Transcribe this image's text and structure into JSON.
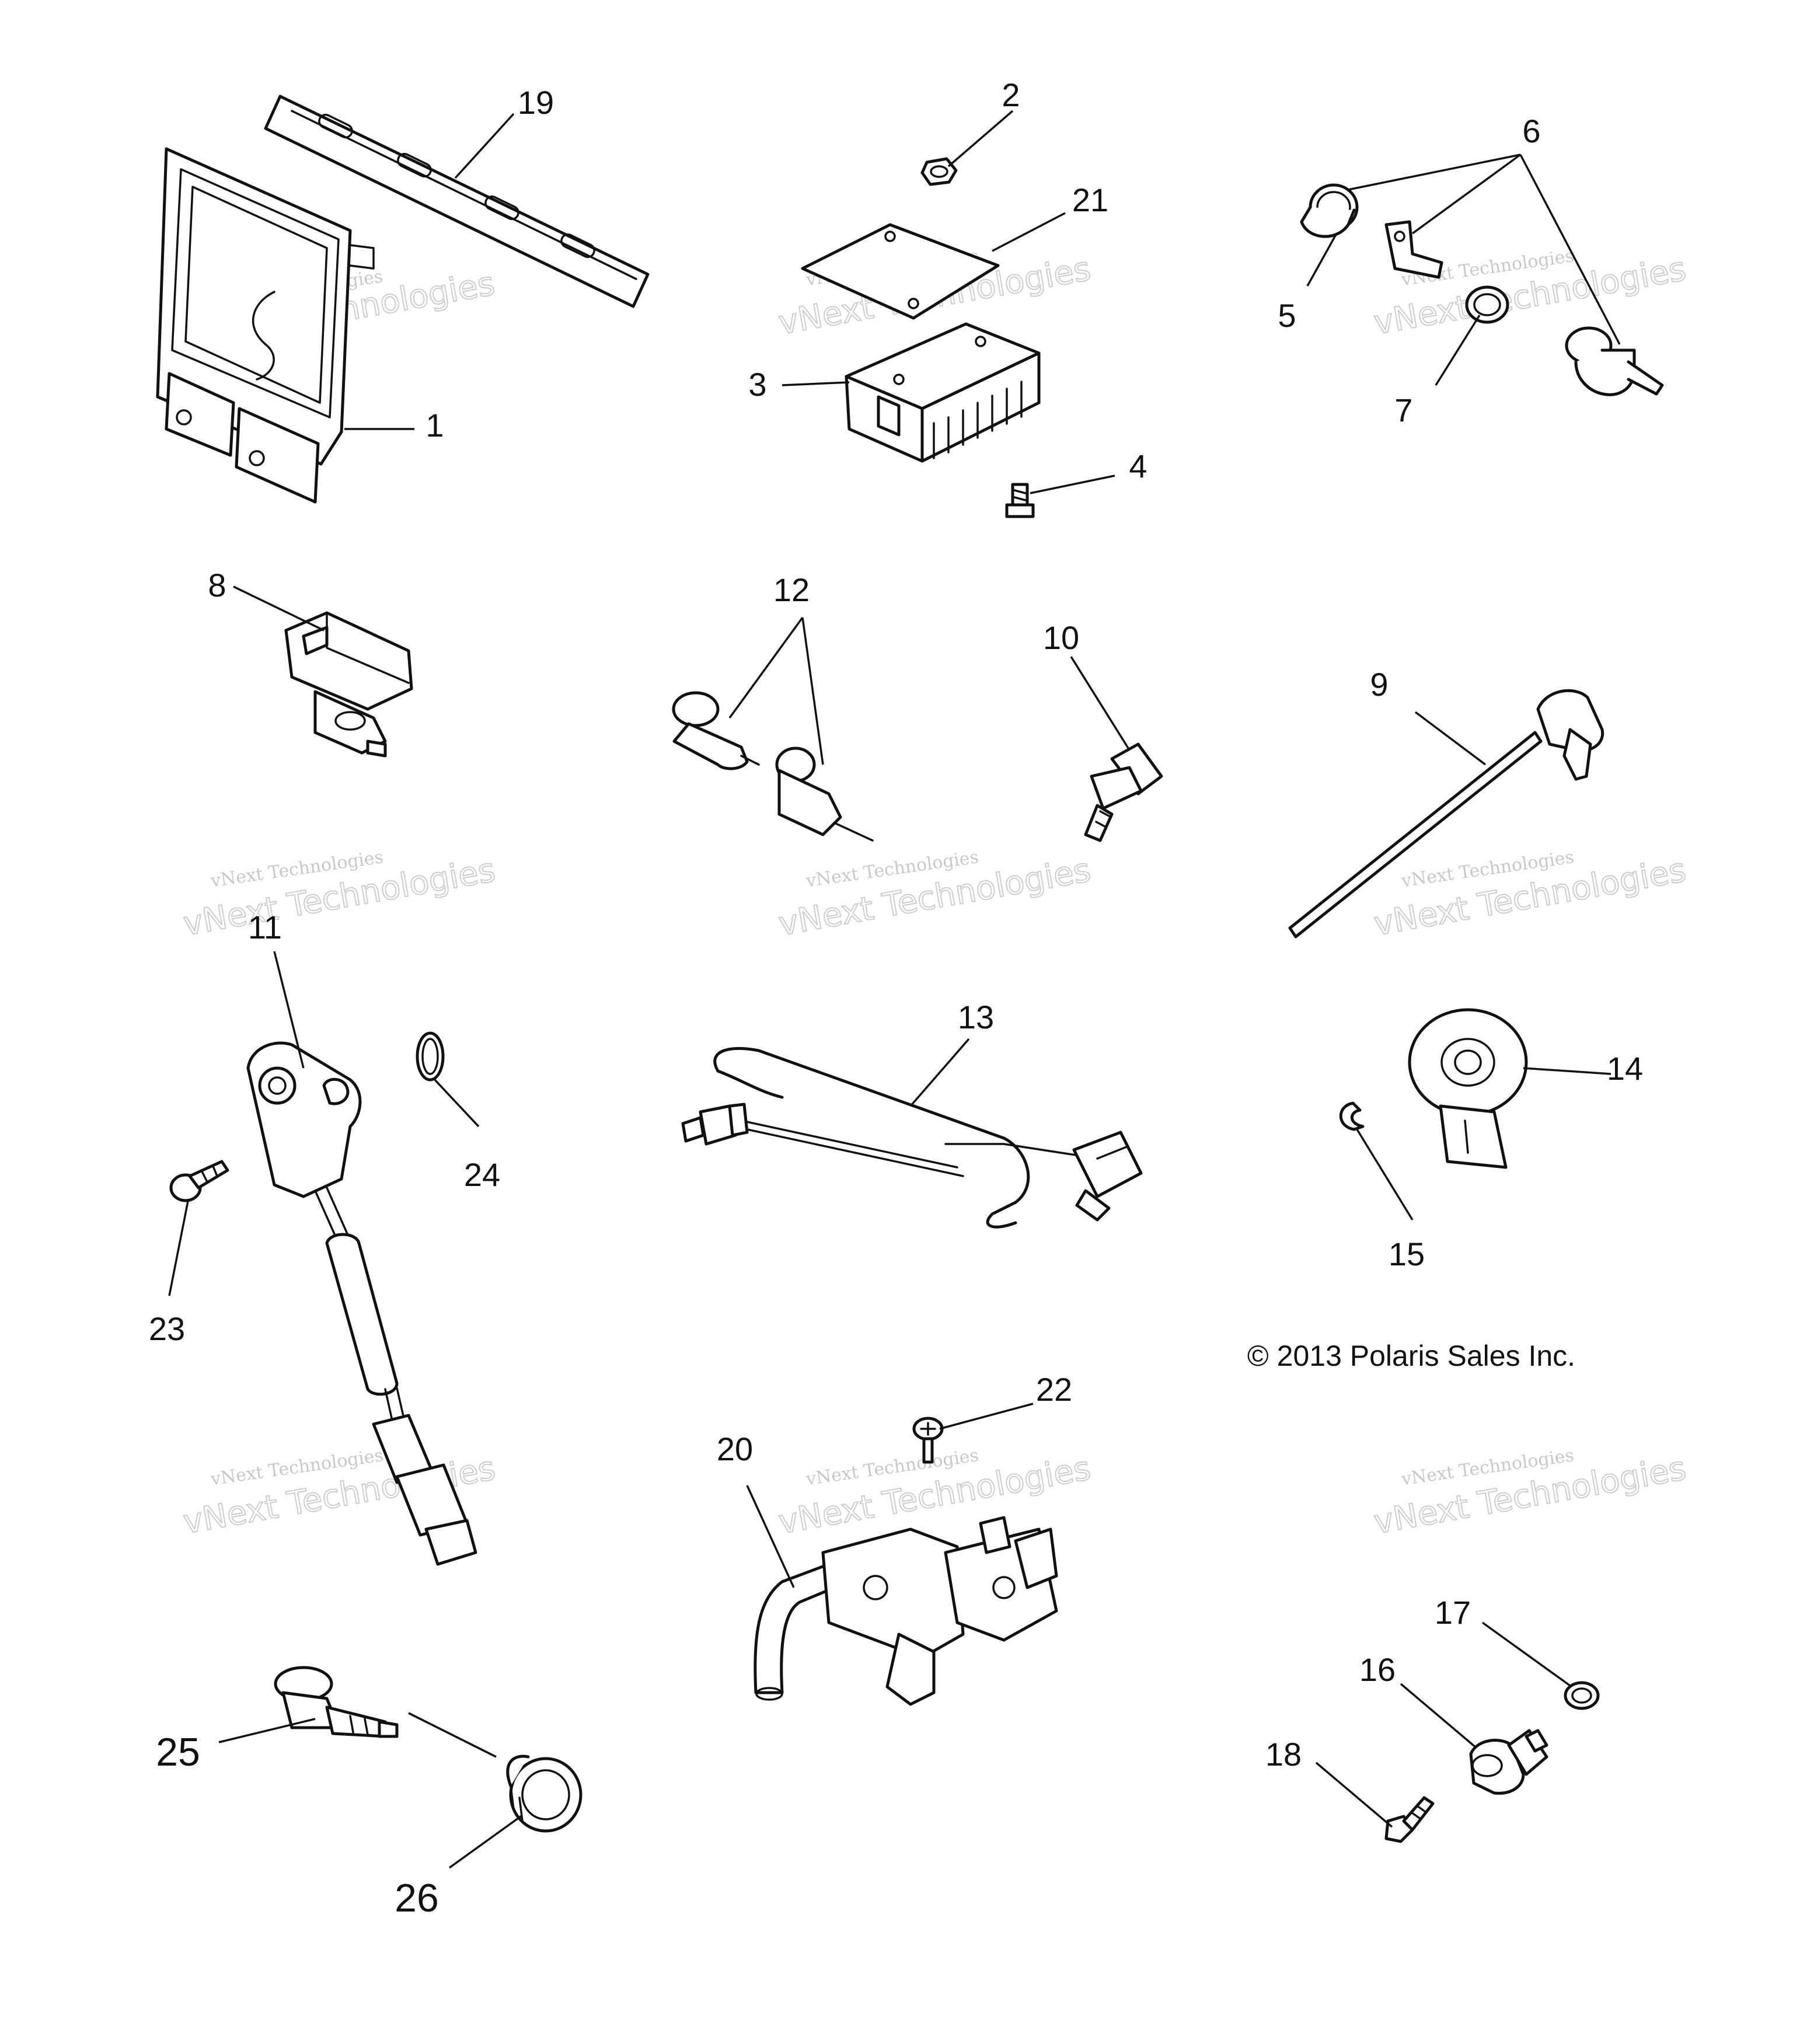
{
  "callouts": {
    "c1": "1",
    "c2": "2",
    "c3": "3",
    "c4": "4",
    "c5": "5",
    "c6": "6",
    "c7": "7",
    "c8": "8",
    "c9": "9",
    "c10": "10",
    "c11": "11",
    "c12": "12",
    "c13": "13",
    "c14": "14",
    "c15": "15",
    "c16": "16",
    "c17": "17",
    "c18": "18",
    "c19": "19",
    "c20": "20",
    "c21": "21",
    "c22": "22",
    "c23": "23",
    "c24": "24",
    "c25": "25",
    "c26": "26"
  },
  "copyright": "© 2013 Polaris Sales Inc.",
  "watermark": {
    "line1": "vNext Technologies",
    "line2": "vNext Technologies"
  }
}
